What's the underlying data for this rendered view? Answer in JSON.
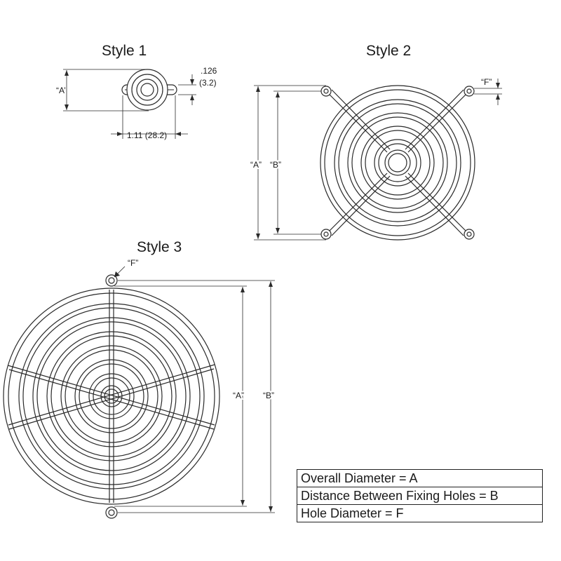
{
  "styles": {
    "style1": {
      "title": "Style 1",
      "label_a": "“A’",
      "label_thickness": ".126",
      "label_thickness_mm": "(3.2)",
      "label_width": "1.11 (28.2)"
    },
    "style2": {
      "title": "Style 2",
      "label_a": "“A”",
      "label_b": "“B”",
      "label_f": "“F”"
    },
    "style3": {
      "title": "Style 3",
      "label_f": "“F”",
      "label_a": "“A”",
      "label_b": "“B”"
    }
  },
  "legend": {
    "rows": [
      "Overall Diameter = A",
      "Distance Between Fixing Holes = B",
      "Hole Diameter = F"
    ]
  }
}
